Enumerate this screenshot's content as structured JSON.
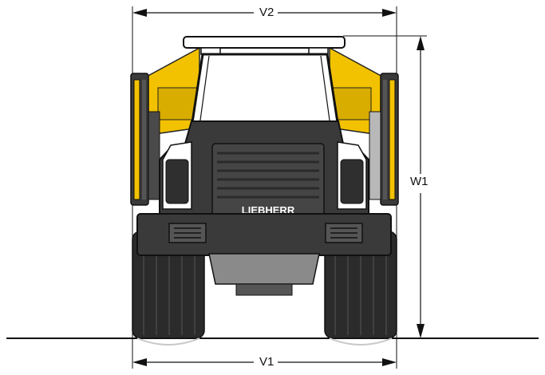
{
  "dimensions": {
    "v2_label": "V2",
    "v1_label": "V1",
    "w1_label": "W1"
  },
  "brand": {
    "name": "LIEBHERR"
  },
  "colors": {
    "body_yellow": "#f2c200",
    "body_dark": "#3a3a3a",
    "tire": "#2b2b2b",
    "line": "#111111"
  },
  "icons": {
    "vehicle": "articulated-dump-truck-front-view"
  }
}
